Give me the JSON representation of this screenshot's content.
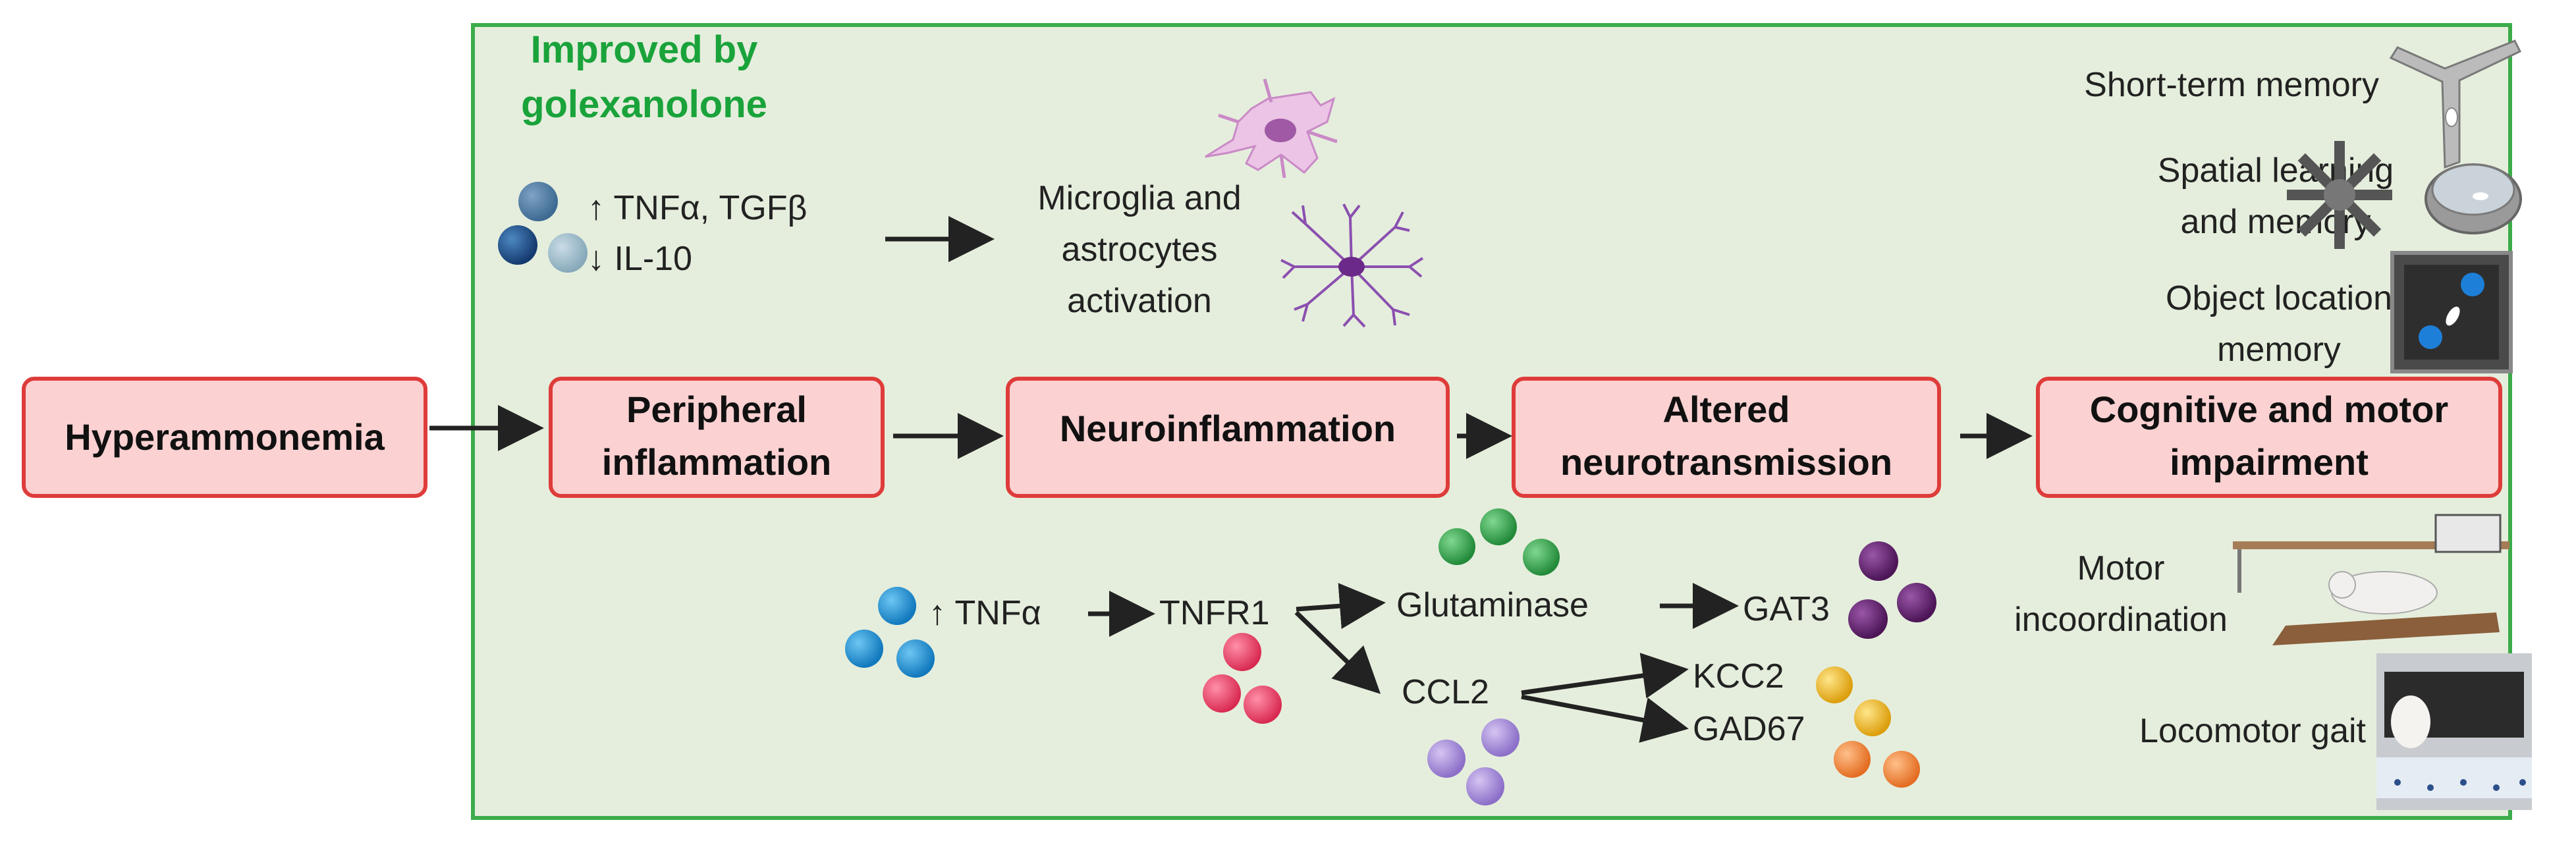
{
  "header": {
    "line1": "Improved by",
    "line2": "golexanolone",
    "color": "#1aa33a"
  },
  "pathway": [
    {
      "id": "hyperammonemia",
      "lines": [
        "Hyperammonemia"
      ]
    },
    {
      "id": "peripheral-inflammation",
      "lines": [
        "Peripheral",
        "inflammation"
      ]
    },
    {
      "id": "neuroinflammation",
      "lines": [
        "Neuroinflammation"
      ]
    },
    {
      "id": "altered-neurotransmission",
      "lines": [
        "Altered",
        "neurotransmission"
      ]
    },
    {
      "id": "cognitive-motor-impairment",
      "lines": [
        "Cognitive and motor",
        "impairment"
      ]
    }
  ],
  "top_branch": {
    "cytokines_up": "↑ TNFα, TGFβ",
    "cytokines_down": "↓ IL-10",
    "activation": [
      "Microglia and",
      "astrocytes",
      "activation"
    ]
  },
  "bottom_branch": {
    "tnfa": "↑ TNFα",
    "tnfr1": "TNFR1",
    "glutaminase": "Glutaminase",
    "gat3": "GAT3",
    "ccl2": "CCL2",
    "kcc2": "KCC2",
    "gad67": "GAD67"
  },
  "outcomes": {
    "short_term": "Short-term memory",
    "spatial": [
      "Spatial learning",
      "and memory"
    ],
    "object_location": [
      "Object location",
      "memory"
    ],
    "motor": [
      "Motor",
      "incoordination"
    ],
    "locomotor": "Locomotor gait"
  },
  "colors": {
    "panel_bg": "#e5eedc",
    "panel_border": "#3cab4a",
    "box_fill": "#fbd1d1",
    "box_border": "#de3c3a"
  },
  "icons": {
    "microglia": "microglia-icon",
    "astrocyte": "astrocyte-icon",
    "y_maze": "y-maze-icon",
    "radial_maze": "radial-maze-icon",
    "water_maze": "water-maze-icon",
    "open_field": "open-field-icon",
    "beam_walking": "beam-walking-icon",
    "gait_apparatus": "gait-apparatus-icon"
  }
}
